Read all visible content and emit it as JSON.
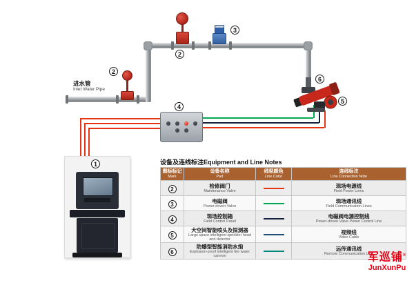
{
  "diagram": {
    "inlet_cn": "进水管",
    "inlet_en": "Inlet Water Pipe",
    "marker1": "1",
    "marker2": "2",
    "marker3": "3",
    "marker4": "4",
    "marker5": "5",
    "marker6": "6"
  },
  "table": {
    "title": "设备及连线标注Equipment and Line Notes",
    "headers": [
      {
        "cn": "图标标记",
        "en": "Mark"
      },
      {
        "cn": "设备名称",
        "en": "Part"
      },
      {
        "cn": "线型颜色",
        "en": "Line Color"
      },
      {
        "cn": "连线标注",
        "en": "Line Connection Note"
      }
    ],
    "rows": [
      {
        "mark": "2",
        "part_cn": "检修阀门",
        "part_en": "Maintenance Valve",
        "line_color": "#e63312",
        "note_cn": "现场电源线",
        "note_en": "Field Power Lines"
      },
      {
        "mark": "3",
        "part_cn": "电磁阀",
        "part_en": "Power-driven Valve",
        "line_color": "#00a651",
        "note_cn": "现场通讯线",
        "note_en": "Field Communication Lines"
      },
      {
        "mark": "4",
        "part_cn": "现场控制箱",
        "part_en": "Field Control Panel",
        "line_color": "#14213d",
        "note_cn": "电磁阀电源控制线",
        "note_en": "Power-driven Valve Power Control Line"
      },
      {
        "mark": "5",
        "part_cn": "大空间智能喷头及探测器",
        "part_en": "Large space intelligent sprinkler head and detector",
        "line_color": "#1f4e79",
        "note_cn": "视频线",
        "note_en": "Video Cable"
      },
      {
        "mark": "6",
        "part_cn": "防爆型智能消防水炮",
        "part_en": "Explosion-proof intelligent fire water cannon",
        "line_color": "#00897b",
        "note_cn": "远传通讯线",
        "note_en": "Remote Communication Line"
      }
    ]
  },
  "logo": {
    "cn": "军巡铺",
    "reg": "®",
    "en": "JunXunPu"
  },
  "colors": {
    "wire_red": "#e63312",
    "wire_green": "#00a651",
    "wire_navy": "#14213d",
    "table_header_bg": "#a9622f",
    "brand_red": "#e60012"
  }
}
